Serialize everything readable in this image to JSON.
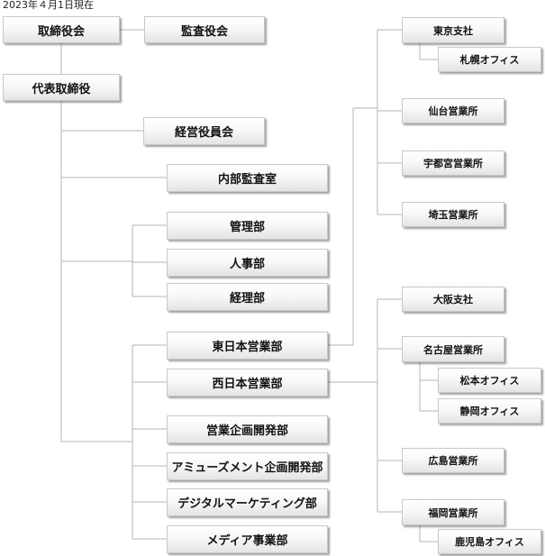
{
  "as_of": "2023年４月1日現在",
  "org": {
    "board": "取締役会",
    "audit_board": "監査役会",
    "president": "代表取締役",
    "management_committee": "経営役員会",
    "internal_audit": "内部監査室",
    "management": "管理部",
    "hr": "人事部",
    "accounting": "経理部",
    "east_sales": "東日本営業部",
    "west_sales": "西日本営業部",
    "sales_planning": "営業企画開発部",
    "amusement_planning": "アミューズメント企画開発部",
    "digital_marketing": "デジタルマーケティング部",
    "media": "メディア事業部",
    "tokyo_branch": "東京支社",
    "sapporo_office": "札幌オフィス",
    "sendai_office": "仙台営業所",
    "utsunomiya_office": "宇都宮営業所",
    "saitama_office": "埼玉営業所",
    "osaka_branch": "大阪支社",
    "nagoya_office": "名古屋営業所",
    "matsumoto_office": "松本オフィス",
    "shizuoka_office": "静岡オフィス",
    "hiroshima_office": "広島営業所",
    "fukuoka_office": "福岡営業所",
    "kagoshima_office": "鹿児島オフィス"
  },
  "colors": {
    "line": "#b5b5b5",
    "box_border": "#c9c9c9",
    "text": "#111111"
  }
}
